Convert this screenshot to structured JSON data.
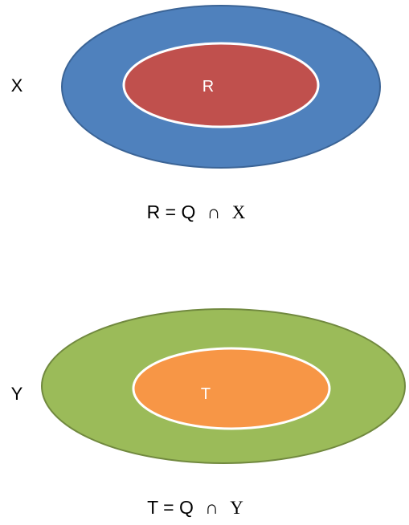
{
  "diagrams": [
    {
      "outer_label": "X",
      "inner_label": "R",
      "outer_color": "#4f81bd",
      "outer_stroke": "#3b6496",
      "inner_color": "#c0504d",
      "inner_stroke": "#ffffff",
      "formula": {
        "lhs": "R = Q",
        "operator": "∩",
        "rhs": "X"
      }
    },
    {
      "outer_label": "Y",
      "inner_label": "T",
      "outer_color": "#9bbb59",
      "outer_stroke": "#71893f",
      "inner_color": "#f79646",
      "inner_stroke": "#ffffff",
      "formula": {
        "lhs": "T = Q",
        "operator": "∩",
        "rhs": "Y"
      }
    }
  ]
}
